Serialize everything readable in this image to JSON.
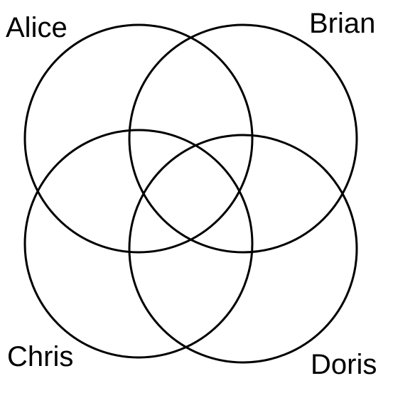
{
  "labels": {
    "alice": "Alice",
    "brian": "Brian",
    "chris": "Chris",
    "doris": "Doris"
  },
  "colors": {
    "stroke": "#000000",
    "text": "#000000",
    "background": "#ffffff"
  }
}
